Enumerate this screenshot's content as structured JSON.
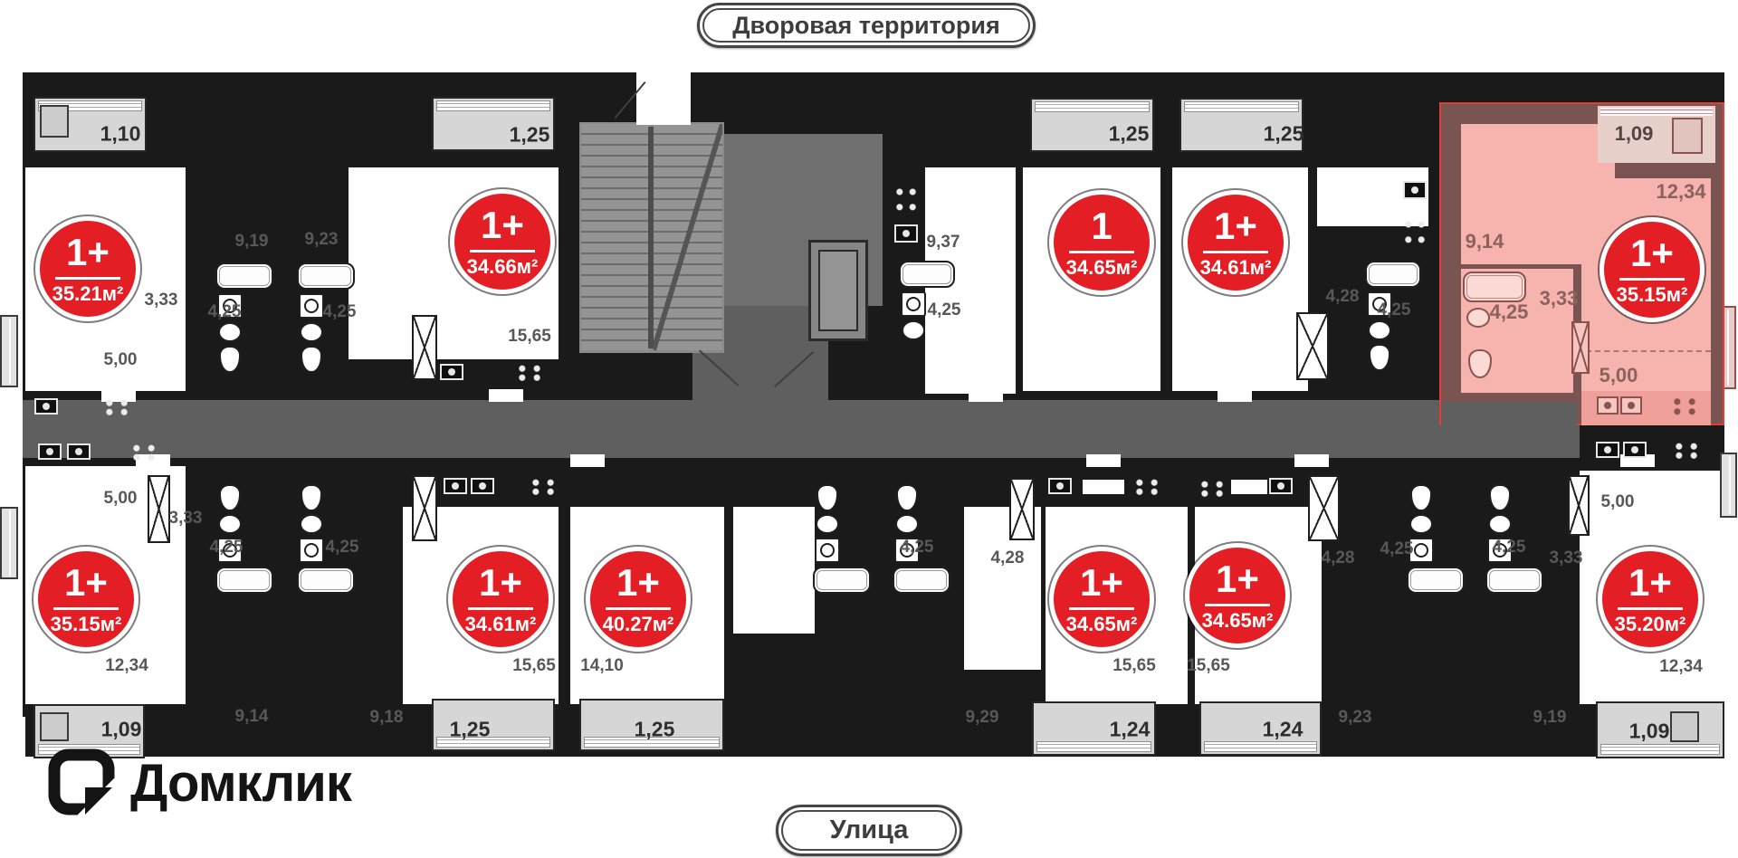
{
  "site": {
    "courtyard_label": "Дворовая территория",
    "street_label": "Улица",
    "brand": "Домклик"
  },
  "colors": {
    "badge_red": "#e31e24",
    "highlight_fill": "#f7b3ae",
    "highlight_border": "#e23d39",
    "wall_dark": "#1a1a1a",
    "corridor_gray": "#5f5f5f",
    "balcony_gray": "#d6d6d6"
  },
  "apartments": [
    {
      "id": "top-1",
      "type": "1+",
      "area": "35.21м²",
      "highlighted": false
    },
    {
      "id": "top-2",
      "type": "1+",
      "area": "34.66м²",
      "highlighted": false
    },
    {
      "id": "top-3",
      "type": "1",
      "area": "34.65м²",
      "highlighted": false
    },
    {
      "id": "top-4",
      "type": "1+",
      "area": "34.61м²",
      "highlighted": false
    },
    {
      "id": "top-5",
      "type": "1+",
      "area": "35.15м²",
      "highlighted": true
    },
    {
      "id": "bottom-1",
      "type": "1+",
      "area": "35.15м²",
      "highlighted": false
    },
    {
      "id": "bottom-2",
      "type": "1+",
      "area": "34.61м²",
      "highlighted": false
    },
    {
      "id": "bottom-3",
      "type": "1+",
      "area": "40.27м²",
      "highlighted": false
    },
    {
      "id": "bottom-4",
      "type": "1+",
      "area": "34.65м²",
      "highlighted": false
    },
    {
      "id": "bottom-5",
      "type": "1+",
      "area": "34.65м²",
      "highlighted": false
    },
    {
      "id": "bottom-6",
      "type": "1+",
      "area": "35.20м²",
      "highlighted": false
    }
  ],
  "dim_labels": [
    "1,10",
    "1,25",
    "1,25",
    "1,25",
    "1,09",
    "3,33",
    "5,00",
    "9,19",
    "9,23",
    "4,25",
    "4,25",
    "15,65",
    "9,37",
    "4,25",
    "4,28",
    "4,25",
    "9,14",
    "12,34",
    "4,25",
    "3,33",
    "5,00",
    "5,00",
    "3,33",
    "12,34",
    "9,14",
    "4,25",
    "4,25",
    "15,65",
    "14,10",
    "9,18",
    "4,25",
    "4,28",
    "9,29",
    "15,65",
    "15,65",
    "4,28",
    "4,25",
    "9,23",
    "4,25",
    "3,33",
    "5,00",
    "12,34",
    "9,19",
    "1,09",
    "1,25",
    "1,25",
    "1,24",
    "1,24",
    "1,09"
  ],
  "icon_names": [
    "bathtub-icon",
    "toilet-icon",
    "sink-icon",
    "washing-machine-icon",
    "stove-icon",
    "kitchen-sink-icon",
    "wardrobe-icon",
    "stairs-icon",
    "elevator-icon"
  ]
}
